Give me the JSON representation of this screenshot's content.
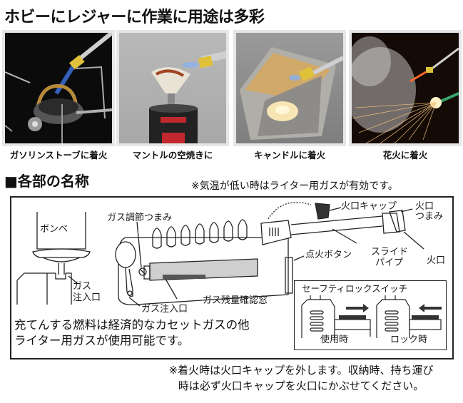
{
  "header": {
    "title": "ホビーにレジャーに作業に用途は多彩"
  },
  "photos": [
    {
      "caption": "ガソリンストーブに着火",
      "scene": "gas-stove-ignition"
    },
    {
      "caption": "マントルの空焼きに",
      "scene": "mantle-burn"
    },
    {
      "caption": "キャンドルに着火",
      "scene": "candle-ignition"
    },
    {
      "caption": "花火に着火",
      "scene": "firework-ignition"
    }
  ],
  "parts_section": {
    "title": "■各部の名称",
    "note": "※気温が低い時はライター用ガスが有効です。",
    "labels": {
      "cylinder": "ボンベ",
      "gas_inlet_left_line1": "ガス",
      "gas_inlet_left_line2": "注入口",
      "gas_adjust_knob": "ガス調節つまみ",
      "gas_inlet": "ガス注入口",
      "gas_window": "ガス残量確認窓",
      "nozzle_cap": "火口キャップ",
      "nozzle_knob_line1": "火口",
      "nozzle_knob_line2": "つまみ",
      "ignition_button": "点火ボタン",
      "slide_pipe_line1": "スライド",
      "slide_pipe_line2": "パイプ",
      "nozzle": "火口"
    },
    "lock_switch": {
      "title": "セーフティロックスイッチ",
      "in_use": "使用時",
      "locked": "ロック時"
    },
    "description_line1": "充てんする燃料は経済的なカセットガスの他",
    "description_line2": "ライター用ガスが使用可能です。"
  },
  "footnote": {
    "line1": "※着火時は火口キャップを外します。収納時、持ち運び",
    "line2": "時は必ず火口キャップを火口にかぶせてください。"
  },
  "colors": {
    "frame": "#e6e6e6",
    "text": "#111111",
    "flame_blue": "#3a6fd8",
    "brass": "#c8a24a",
    "yellow_ring": "#e0c23a"
  }
}
